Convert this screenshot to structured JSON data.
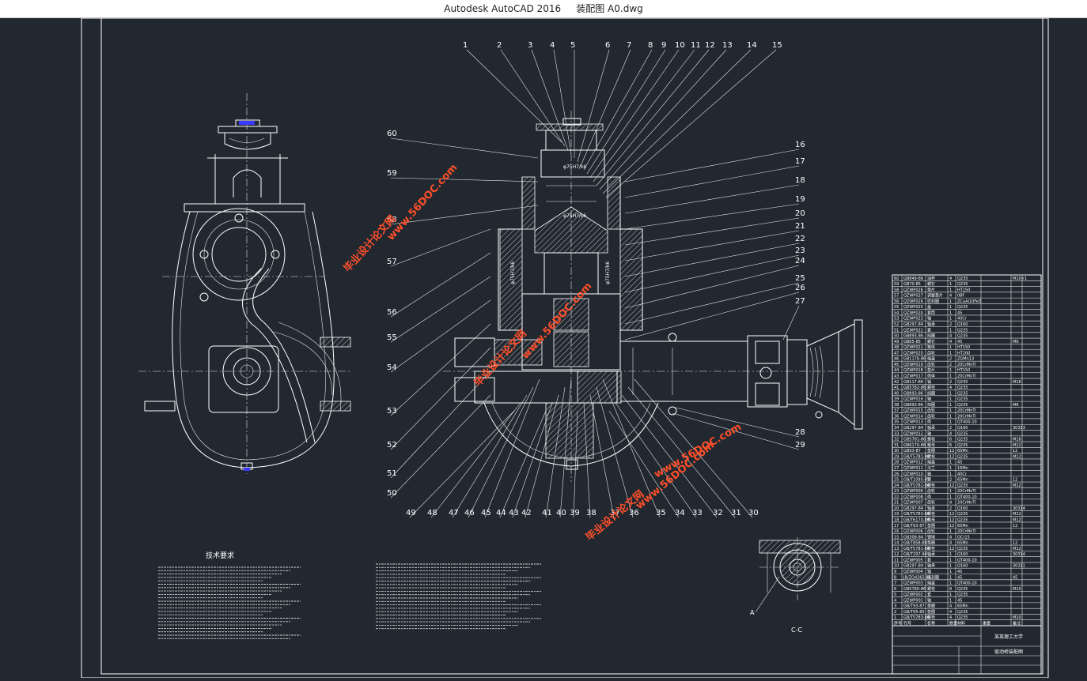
{
  "window": {
    "app_title": "Autodesk AutoCAD 2016",
    "file_name": "装配图 A0.dwg"
  },
  "colors": {
    "background": "#212830",
    "lines": "#ffffff",
    "watermark": "#ff4f2a",
    "highlight": "#3a3aff"
  },
  "drawing": {
    "callouts_top": [
      "1",
      "2",
      "3",
      "4",
      "5",
      "6",
      "7",
      "8",
      "9",
      "10",
      "11",
      "12",
      "13",
      "14",
      "15"
    ],
    "callouts_right": [
      "16",
      "17",
      "18",
      "19",
      "20",
      "21",
      "22",
      "23",
      "24",
      "25",
      "26",
      "27",
      "28",
      "29"
    ],
    "callouts_left": [
      "60",
      "59",
      "58",
      "57",
      "56",
      "55",
      "54",
      "53",
      "52",
      "51",
      "50"
    ],
    "callouts_bottom": [
      "49",
      "48",
      "47",
      "46",
      "45",
      "44",
      "43",
      "42",
      "41",
      "40",
      "39",
      "38",
      "37",
      "36",
      "35",
      "34",
      "33",
      "32",
      "31",
      "30"
    ],
    "fit_labels": [
      "φ75H7/k6",
      "φ75H7/k6",
      "φ75H7/k6",
      "φ75H7/k6"
    ],
    "tech_title": "技术要求",
    "section_label": "C-C",
    "section_mark": "A",
    "watermark": "毕业设计论文网",
    "watermark_url": "www.56DOC.com"
  },
  "bom": {
    "rows": [
      [
        "60",
        "GB849-86",
        "油杯",
        "4",
        "Q235",
        "",
        "M10×1"
      ],
      [
        "59",
        "GB70-85",
        "螺钉",
        "1",
        "Q235",
        "",
        ""
      ],
      [
        "58",
        "QZWP026",
        "垫片",
        "1",
        "HT150",
        "",
        ""
      ],
      [
        "57",
        "QZWP027",
        "调整垫片",
        "4",
        "08F",
        "",
        ""
      ],
      [
        "56",
        "QZWP026",
        "密封圈",
        "1",
        "ZCuAl10Fe3",
        "",
        ""
      ],
      [
        "55",
        "QZWP025",
        "盖",
        "1",
        "Q235",
        "",
        ""
      ],
      [
        "54",
        "QZWP024",
        "套筒",
        "1",
        "45",
        "",
        ""
      ],
      [
        "53",
        "QZWP023",
        "轴",
        "1",
        "40Cr",
        "",
        ""
      ],
      [
        "52",
        "GB297-84",
        "轴承",
        "2",
        "Q160",
        "",
        ""
      ],
      [
        "51",
        "QZWP022",
        "套",
        "1",
        "Q235",
        "",
        ""
      ],
      [
        "50",
        "GB893-86",
        "挡圈",
        "4",
        "Q235",
        "",
        ""
      ],
      [
        "49",
        "GB65-85",
        "螺钉",
        "4",
        "45",
        "",
        "M6"
      ],
      [
        "48",
        "QZWP021",
        "箱体",
        "1",
        "HT150",
        "",
        ""
      ],
      [
        "47",
        "QZWP020",
        "齿轮",
        "1",
        "HT200",
        "",
        ""
      ],
      [
        "46",
        "GB1176-86",
        "端盖",
        "2",
        "ZGMn13",
        "",
        ""
      ],
      [
        "45",
        "QZWP019",
        "齿轮",
        "2",
        "20CrMnTi",
        "",
        ""
      ],
      [
        "44",
        "QZWP018",
        "垫片",
        "1",
        "HT150",
        "",
        ""
      ],
      [
        "43",
        "QZWP017",
        "壳体",
        "1",
        "20CrMnTi",
        "",
        ""
      ],
      [
        "42",
        "GB117-86",
        "销",
        "2",
        "Q235",
        "",
        "M16"
      ],
      [
        "41",
        "GB5782-86",
        "螺栓",
        "4",
        "Q235",
        "",
        ""
      ],
      [
        "40",
        "GB893-86",
        "挡圈",
        "1",
        "Q235",
        "",
        ""
      ],
      [
        "39",
        "QZWP016",
        "轴",
        "1",
        "Q235",
        "",
        ""
      ],
      [
        "38",
        "GB893-86",
        "挡圈",
        "1",
        "Q235",
        "",
        "M6"
      ],
      [
        "37",
        "QZWP015",
        "齿轮",
        "1",
        "20CrMnTi",
        "",
        ""
      ],
      [
        "36",
        "QZWP014",
        "齿轮",
        "1",
        "20CrMnTi",
        "",
        ""
      ],
      [
        "35",
        "QZWP013",
        "壳",
        "1",
        "QT400-10",
        "",
        ""
      ],
      [
        "34",
        "GB297-84",
        "轴承",
        "2",
        "Q160",
        "",
        "30313"
      ],
      [
        "33",
        "QZWP012",
        "轴",
        "4",
        "Q235",
        "",
        ""
      ],
      [
        "32",
        "GB5781-86",
        "螺栓",
        "6",
        "Q235",
        "",
        "M16"
      ],
      [
        "31",
        "GB6170-86",
        "螺母",
        "6",
        "Q235",
        "",
        "M12"
      ],
      [
        "30",
        "GB93-87",
        "垫圈",
        "12",
        "65Mn",
        "",
        "12"
      ],
      [
        "29",
        "GB/T5781-86",
        "螺栓",
        "12",
        "Q235",
        "",
        "M12"
      ],
      [
        "28",
        "QZWP012",
        "端盖",
        "1",
        "45",
        "",
        ""
      ],
      [
        "27",
        "QZWP011",
        "法兰",
        "1",
        "16Mn",
        "",
        ""
      ],
      [
        "26",
        "QZWP010",
        "轴",
        "1",
        "40Cr",
        "",
        ""
      ],
      [
        "25",
        "GB/T1095-87",
        "键",
        "2",
        "65Mn",
        "",
        "12"
      ],
      [
        "24",
        "GB/T5781-86",
        "螺栓",
        "12",
        "Q235",
        "",
        "M12"
      ],
      [
        "23",
        "QZWP009",
        "齿轮",
        "1",
        "20CrMnTi",
        "",
        ""
      ],
      [
        "22",
        "QZWP008",
        "壳",
        "1",
        "QT400-10",
        "",
        ""
      ],
      [
        "21",
        "QZWP007",
        "齿轮",
        "4",
        "20CrMnTi",
        "",
        ""
      ],
      [
        "20",
        "GB297-84",
        "轴承",
        "2",
        "Q160",
        "",
        "30314"
      ],
      [
        "19",
        "GB/T5783-86",
        "螺栓",
        "12",
        "Q235",
        "",
        "M12"
      ],
      [
        "18",
        "GB/T6170-86",
        "螺母",
        "12",
        "Q235",
        "",
        "M12"
      ],
      [
        "17",
        "GB/T93-87",
        "垫圈",
        "12",
        "65Mn",
        "",
        "12"
      ],
      [
        "16",
        "QZWP006",
        "齿轮",
        "1",
        "20CrMnTi",
        "",
        ""
      ],
      [
        "15",
        "GB308-84",
        "钢球",
        "4",
        "GCr15",
        "",
        ""
      ],
      [
        "14",
        "GB/T858-88",
        "垫圈",
        "4",
        "65Mn",
        "",
        "12"
      ],
      [
        "13",
        "GB/T5781-86",
        "螺栓",
        "12",
        "Q235",
        "",
        "M12"
      ],
      [
        "12",
        "GB/T297-94",
        "轴承",
        "1",
        "Q160",
        "",
        "30314"
      ],
      [
        "11",
        "QZWP005",
        "套",
        "1",
        "QT400-10",
        "",
        ""
      ],
      [
        "10",
        "GB297-84",
        "轴承",
        "1",
        "Q160",
        "",
        "30311"
      ],
      [
        "9",
        "QZWP004",
        "轴",
        "1",
        "45",
        "",
        ""
      ],
      [
        "8",
        "JB/ZQ4365-86",
        "密封圈",
        "1",
        "45",
        "",
        "45"
      ],
      [
        "7",
        "QZWP003",
        "端盖",
        "1",
        "QT400-10",
        "",
        ""
      ],
      [
        "6",
        "GB5780-86",
        "螺栓",
        "8",
        "Q235",
        "",
        "M10"
      ],
      [
        "5",
        "QZWP002",
        "套",
        "1",
        "Q235",
        "",
        ""
      ],
      [
        "4",
        "QZWP001",
        "轴",
        "1",
        "45",
        "",
        ""
      ],
      [
        "3",
        "GB/T93-87",
        "垫圈",
        "4",
        "65Mn",
        "",
        ""
      ],
      [
        "2",
        "GB/T95-85",
        "垫圈",
        "4",
        "Q235",
        "",
        ""
      ],
      [
        "1",
        "GB/T5783-86",
        "螺栓",
        "4",
        "Q235",
        "",
        "M10"
      ]
    ],
    "header": [
      "序号",
      "代号",
      "名称",
      "数量",
      "材料",
      "重量",
      "备注"
    ],
    "title_block": {
      "school": "某某理工大学",
      "drawing_name": "驱动桥装配图"
    }
  }
}
